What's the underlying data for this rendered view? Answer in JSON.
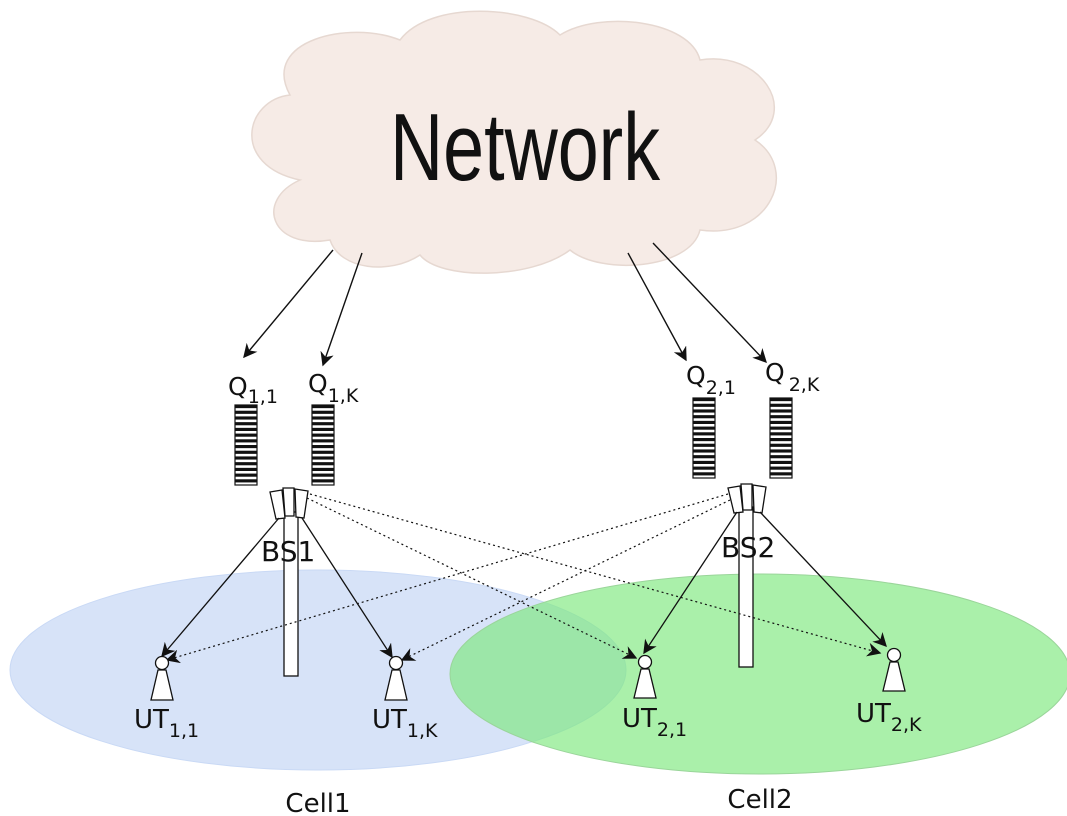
{
  "network": {
    "label": "Network"
  },
  "colors": {
    "cloud_fill": "#f6ebe6",
    "cloud_stroke": "#cfc6c2",
    "cell1_fill": "#c9d9f5",
    "cell2_fill": "#7de87d",
    "ink": "#111111"
  },
  "queues": [
    {
      "main": "Q",
      "sub": "1,1"
    },
    {
      "main": "Q",
      "sub": "1,K"
    },
    {
      "main": "Q",
      "sub": "2,1"
    },
    {
      "main": "Q",
      "sub": "2,K"
    }
  ],
  "base_stations": [
    {
      "label": "BS1"
    },
    {
      "label": "BS2"
    }
  ],
  "terminals": [
    {
      "main": "UT",
      "sub": "1,1"
    },
    {
      "main": "UT",
      "sub": "1,K"
    },
    {
      "main": "UT",
      "sub": "2,1"
    },
    {
      "main": "UT",
      "sub": "2,K"
    }
  ],
  "cells": [
    {
      "label": "Cell1"
    },
    {
      "label": "Cell2"
    }
  ],
  "links": {
    "solid_style": "direct serving link",
    "dotted_style": "interference link"
  }
}
